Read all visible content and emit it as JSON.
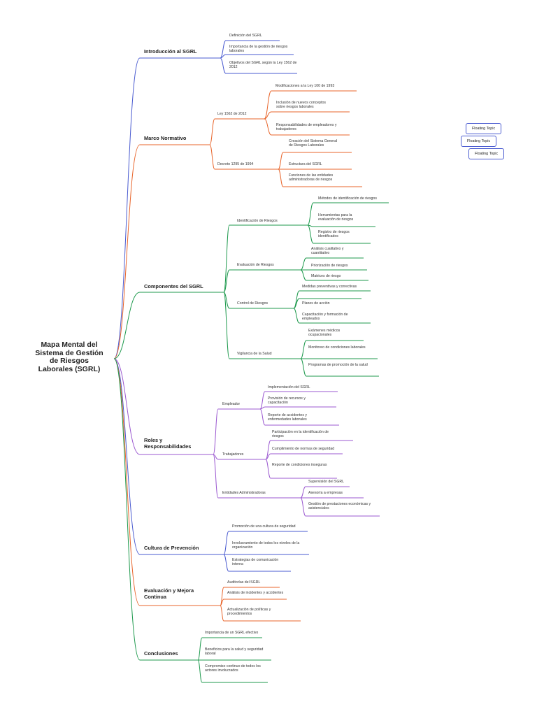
{
  "root": "Mapa Mental del\nSistema de Gestión\nde Riesgos\nLaborales (SGRL)",
  "colors": {
    "blue": "#4a5bd0",
    "orange": "#e8652b",
    "green": "#1f9a4e",
    "purple": "#9b59d0"
  },
  "branches": [
    {
      "label": "Introducción al SGRL",
      "items": [
        "Definición del SGRL",
        "Importancia de la gestión de riesgos\nlaborales",
        "Objetivos del SGRL según la Ley 1562 de\n2012"
      ]
    },
    {
      "label": "Marco Normativo",
      "modifications": "Modificaciones a la Ley 100 de 1993",
      "ley_label": "Ley 1562 de 2012",
      "ley_items": [
        "Inclusión de nuevos conceptos\nsobre riesgos laborales",
        "Responsabilidades de empleadores y\ntrabajadores"
      ],
      "decreto_creation": "Creación del Sistema General\nde Riesgos Laborales",
      "decreto_label": "Decreto 1295 de 1994",
      "decreto_items": [
        "Estructura del SGRL",
        "Funciones de las entidades\nadministradoras de riesgos"
      ]
    },
    {
      "label": "Componentes del SGRL",
      "subs": [
        {
          "label": "Identificación de Riesgos",
          "top": "Métodos de identificación de riesgos",
          "items": [
            "Herramientas para la\nevaluación de riesgos",
            "Registro de riesgos\nidentificados"
          ]
        },
        {
          "label": "Evaluación de Riesgos",
          "top": "Análisis cualitativo y\ncuantitativo",
          "items": [
            "Priorización de riesgos",
            "Matrices de riesgo"
          ]
        },
        {
          "label": "Control de Riesgos",
          "top": "Medidas preventivas y correctivas",
          "items": [
            "Planes de acción",
            "Capacitación y formación de\nempleados"
          ]
        },
        {
          "label": "Vigilancia de la Salud",
          "top": "Exámenes médicos\nocupacionales",
          "items": [
            "Monitoreo de condiciones laborales",
            "Programas de promoción de la salud"
          ]
        }
      ]
    },
    {
      "label": "Roles y\nResponsabilidades",
      "subs": [
        {
          "label": "Empleador",
          "top": "Implementación del SGRL",
          "items": [
            "Provisión de recursos y\ncapacitación",
            "Reporte de accidentes y\nenfermedades laborales"
          ]
        },
        {
          "label": "Trabajadores",
          "top": "Participación en la identificación de\nriesgos",
          "items": [
            "Cumplimiento de normas de seguridad",
            "Reporte de condiciones inseguras"
          ]
        },
        {
          "label": "Entidades Administradoras",
          "top": "Supervisión del SGRL",
          "items": [
            "Asesoría a empresas",
            "Gestión de prestaciones económicas y\nasistenciales"
          ]
        }
      ]
    },
    {
      "label": "Cultura de Prevención",
      "top": "Promoción de una cultura de seguridad",
      "items": [
        "Involucramiento de todos los niveles de la\norganización",
        "Estrategias de comunicación\ninterna"
      ]
    },
    {
      "label": "Evaluación y Mejora\nContinua",
      "top": "Auditorías del SGRL",
      "items": [
        "Análisis de incidentes y accidentes",
        "Actualización de políticas y\nprocedimientos"
      ]
    },
    {
      "label": "Conclusiones",
      "top": "Importancia de un SGRL efectivo",
      "items": [
        "Beneficios para la salud y seguridad\nlaboral",
        "Compromiso continuo de todos los\nactores involucrados"
      ]
    }
  ],
  "floating": [
    "Floating Topic",
    "Floating Topic",
    "Floating Topic"
  ]
}
